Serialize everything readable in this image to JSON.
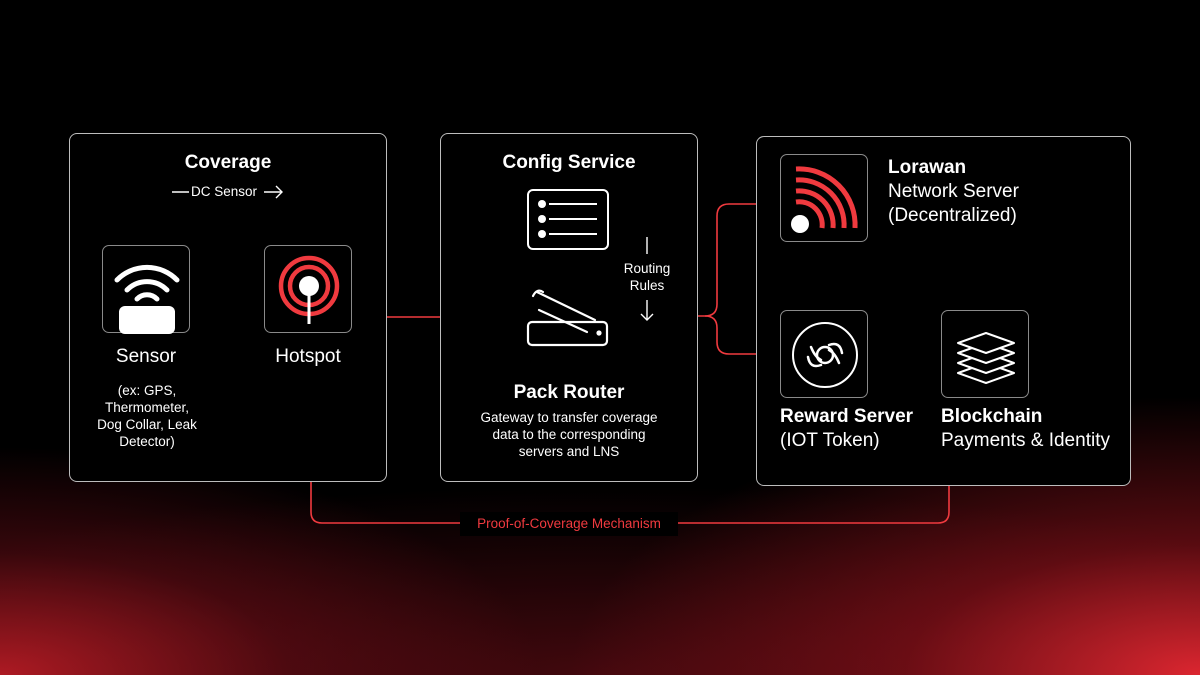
{
  "colors": {
    "accent": "#f03a3f",
    "panel_border": "#bdbdbd",
    "background": "#000000"
  },
  "coverage": {
    "title": "Coverage",
    "dc_sensor": "DC Sensor",
    "sensor_label": "Sensor",
    "sensor_examples": [
      "(ex: GPS,",
      "Thermometer,",
      "Dog Collar, Leak",
      "Detector)"
    ],
    "hotspot_label": "Hotspot"
  },
  "config": {
    "title": "Config Service",
    "routing_rules": [
      "Routing",
      "Rules"
    ],
    "pack_router_title": "Pack Router",
    "pack_router_desc": [
      "Gateway to transfer coverage",
      "data to the corresponding",
      "servers and LNS"
    ]
  },
  "servers": {
    "lorawan_title": "Lorawan",
    "lorawan_sub1": "Network Server",
    "lorawan_sub2": "(Decentralized)",
    "reward_title": "Reward Server",
    "reward_sub": "(IOT Token)",
    "blockchain_title": "Blockchain",
    "blockchain_sub": "Payments & Identity"
  },
  "proof_of_coverage": "Proof-of-Coverage Mechanism",
  "icons": [
    "wifi-sensor-icon",
    "hotspot-icon",
    "list-icon",
    "router-icon",
    "lorawan-signal-icon",
    "reward-coin-icon",
    "blockchain-layers-icon"
  ]
}
